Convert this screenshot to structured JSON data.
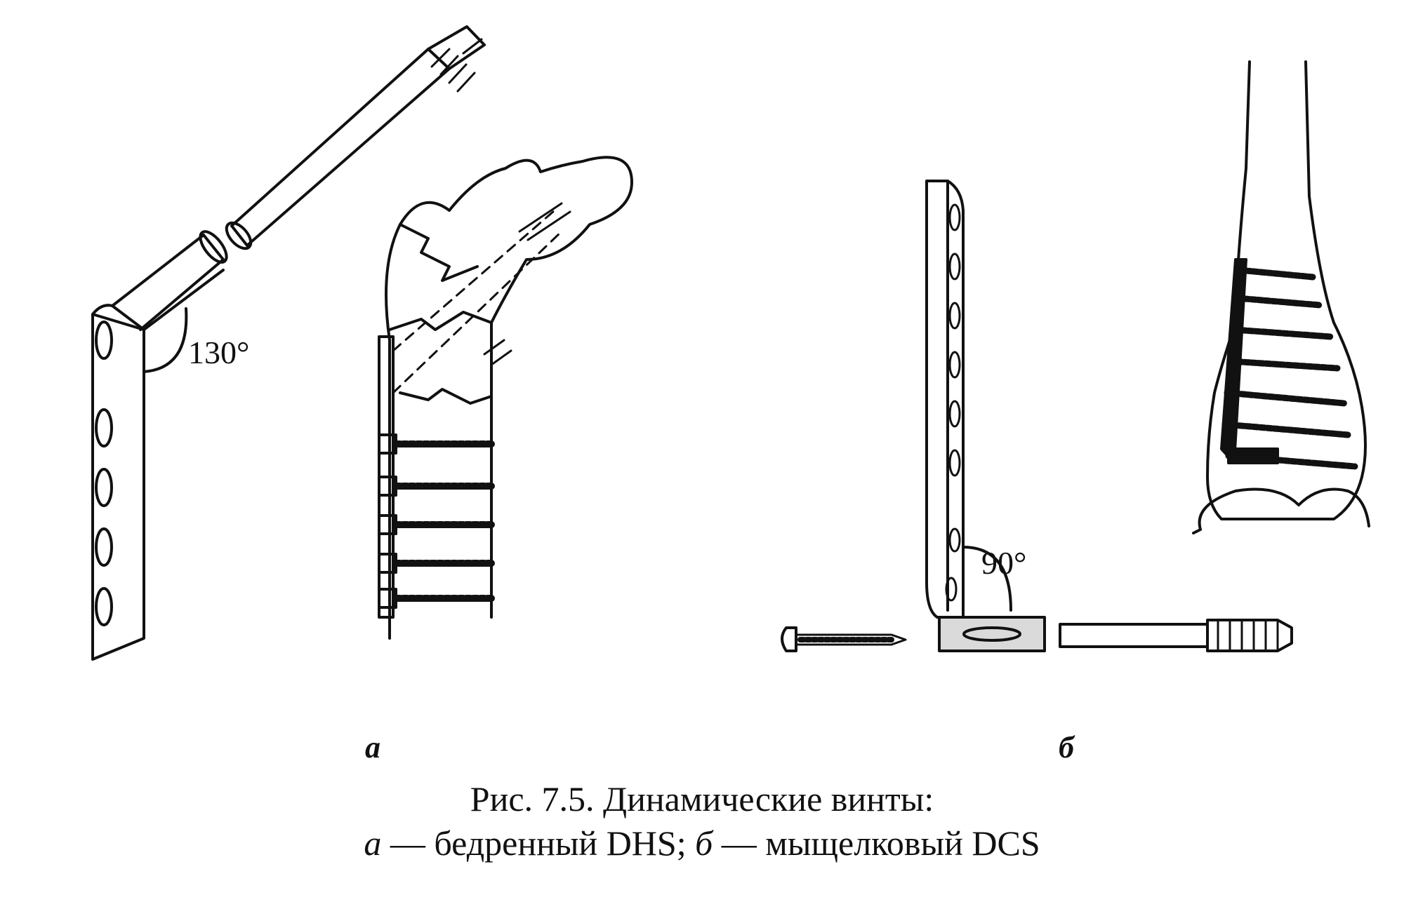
{
  "figure": {
    "angle_a": "130°",
    "angle_b": "90°"
  },
  "panels": {
    "a": "а",
    "b": "б"
  },
  "caption": {
    "title": "Рис. 7.5. Динамические винты:",
    "line2": {
      "label_a": "а",
      "text_a": " — бедренный DHS; ",
      "label_b": "б",
      "text_b": " — мыщелковый DCS"
    }
  }
}
